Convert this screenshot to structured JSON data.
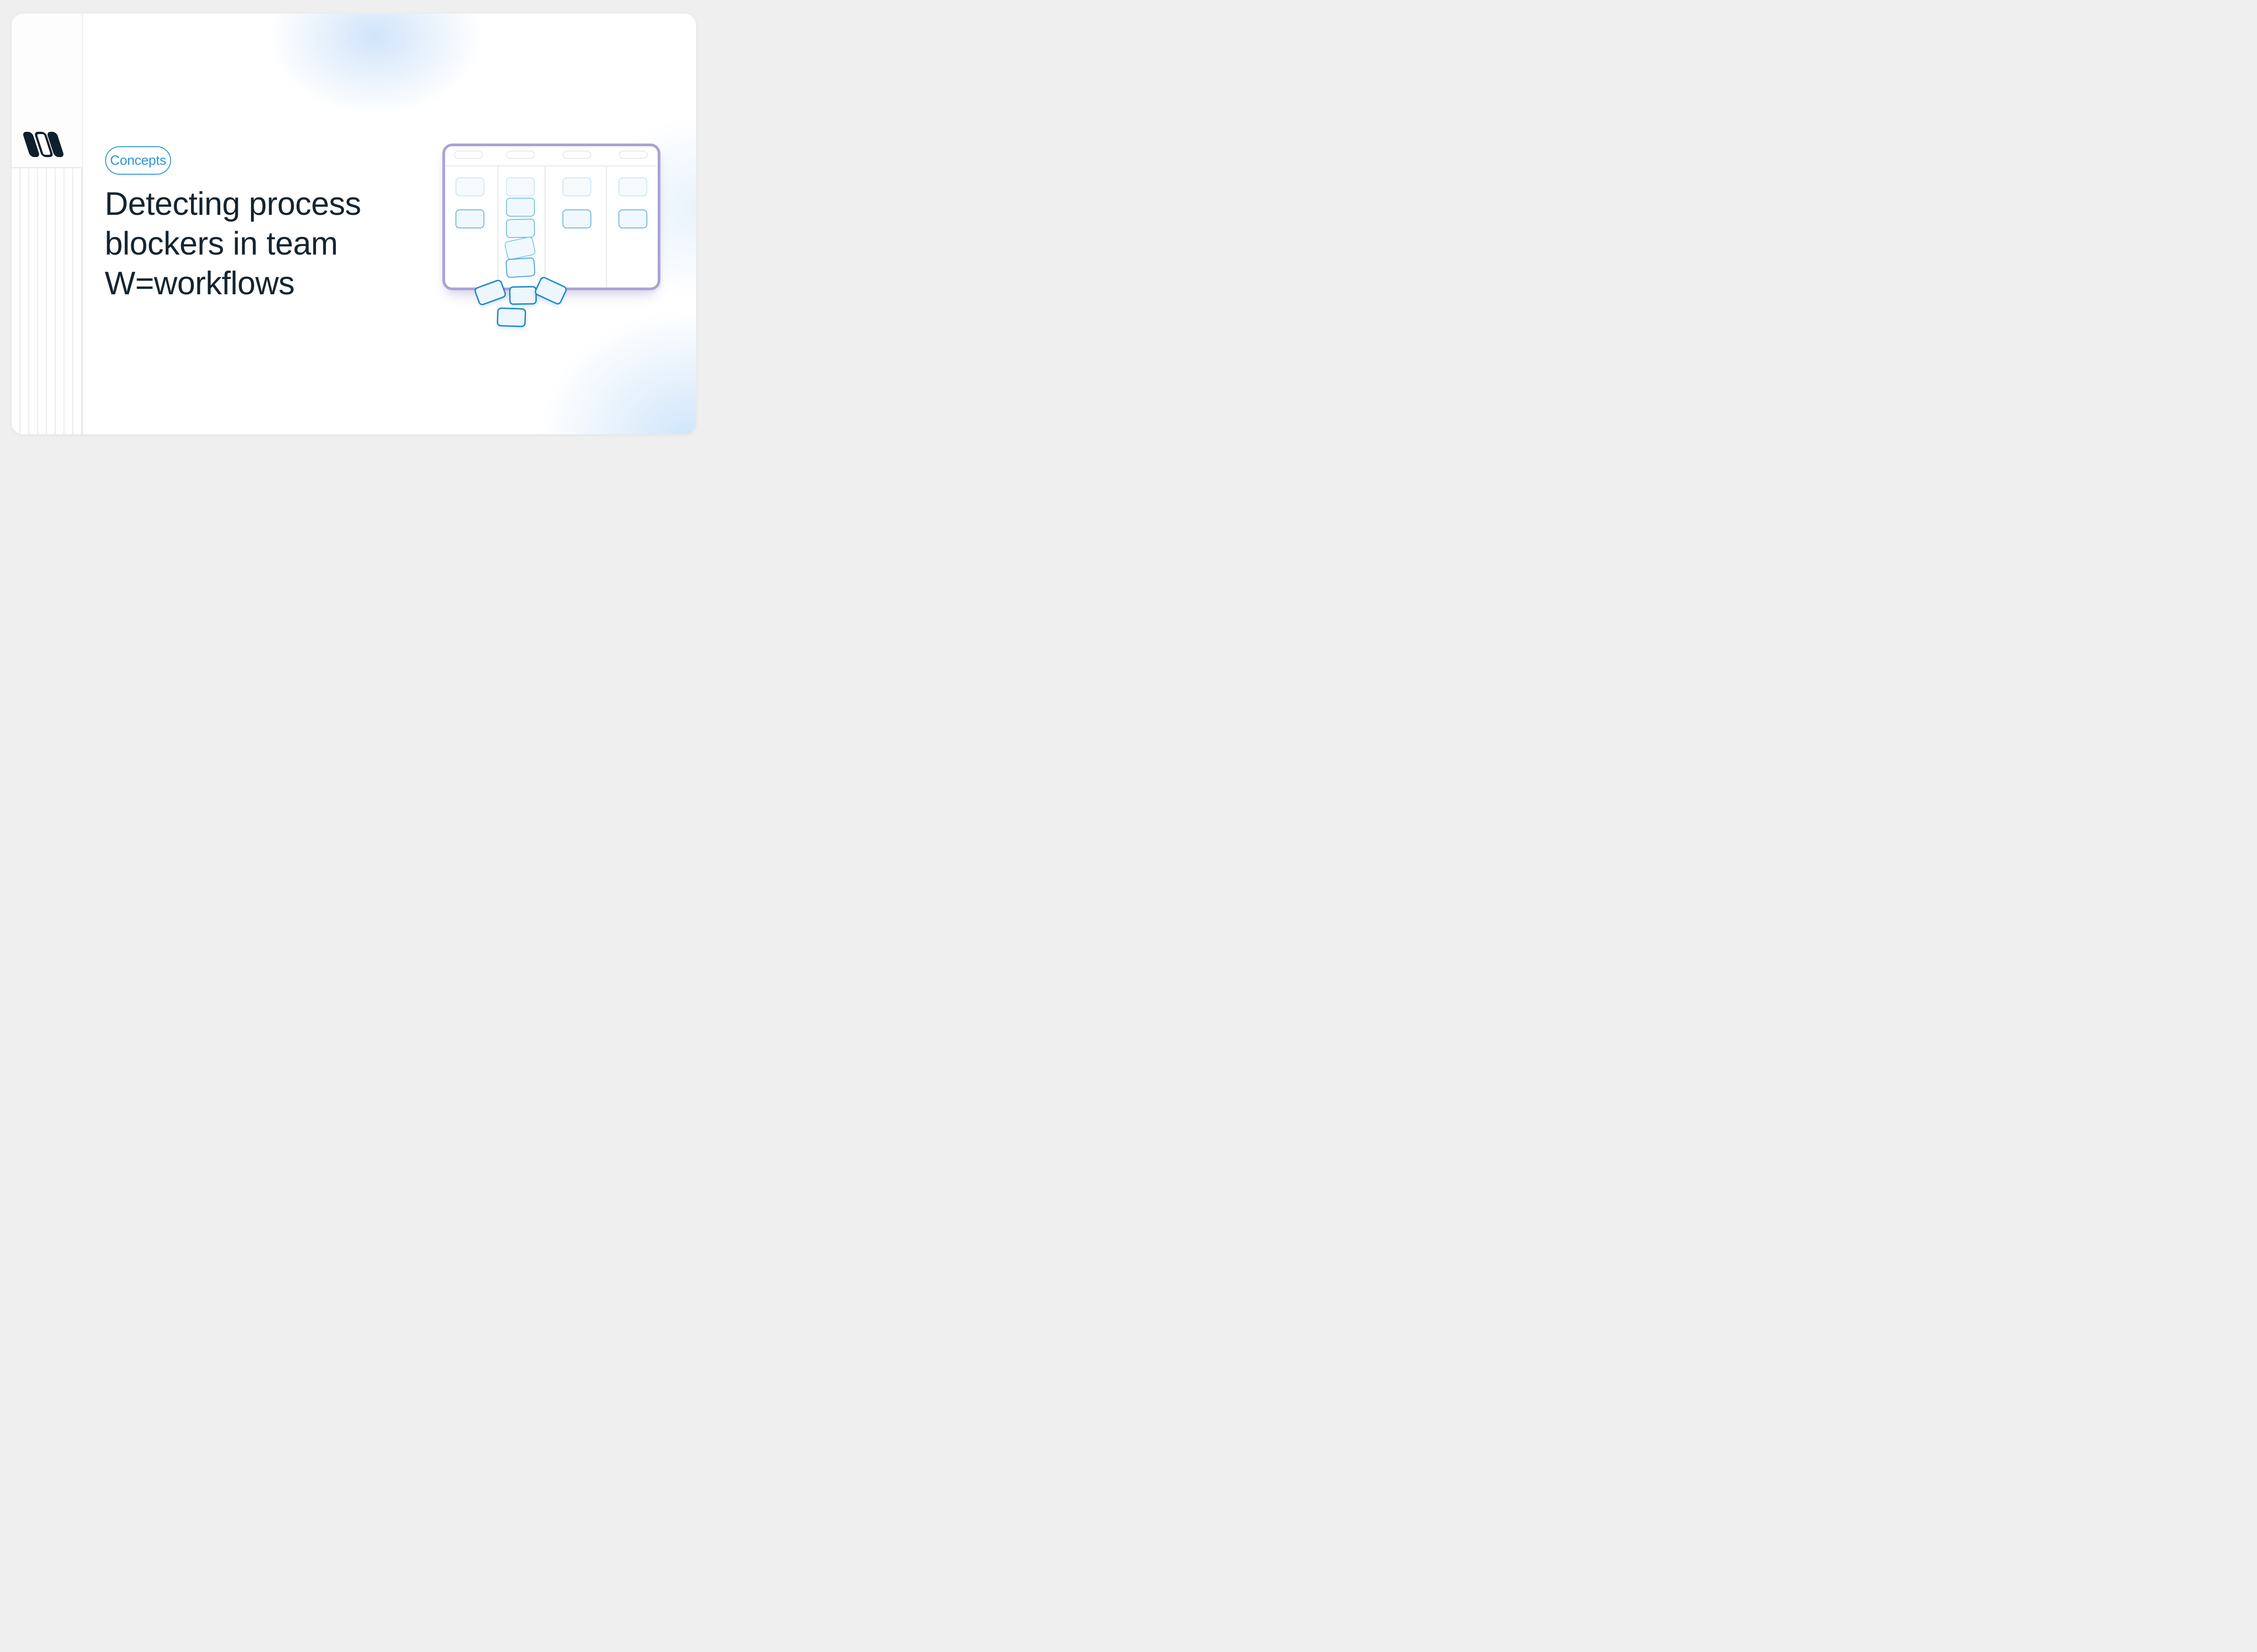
{
  "badge": {
    "label": "Concepts"
  },
  "title": {
    "text": "Detecting process blockers in team W=workflows",
    "lines": [
      "Detecting process",
      "blockers in team",
      "W=workflows"
    ]
  },
  "sidebar": {
    "logo_icon": "brand-mark-icon",
    "stripe_pattern": "vertical-stripes"
  },
  "illustration": {
    "name": "kanban-board-with-falling-cards",
    "column_count": 4,
    "header_pill_count": 4,
    "cards_in_columns": [
      2,
      5,
      2,
      2
    ],
    "falling_card_count": 4
  },
  "colors": {
    "page_bg": "#efefef",
    "card_bg": "#ffffff",
    "navy": "#0f1f2c",
    "title_color": "#152530",
    "badge_blue": "#2d96d2",
    "purple": "#aba2d8",
    "line": "#ededed",
    "pill_border": "#e9e9e9",
    "faded_border": "#cde7f5",
    "faded_bg": "#f5fafd",
    "fill": "#eff8fd",
    "med": "#6cb7e2",
    "s1": "#7cbfe5",
    "s2": "#74bae3",
    "s3": "#8ac7e9",
    "s4": "#429fd9",
    "strong": "#1a89d0",
    "strong_bg": "#ecf6fc"
  }
}
